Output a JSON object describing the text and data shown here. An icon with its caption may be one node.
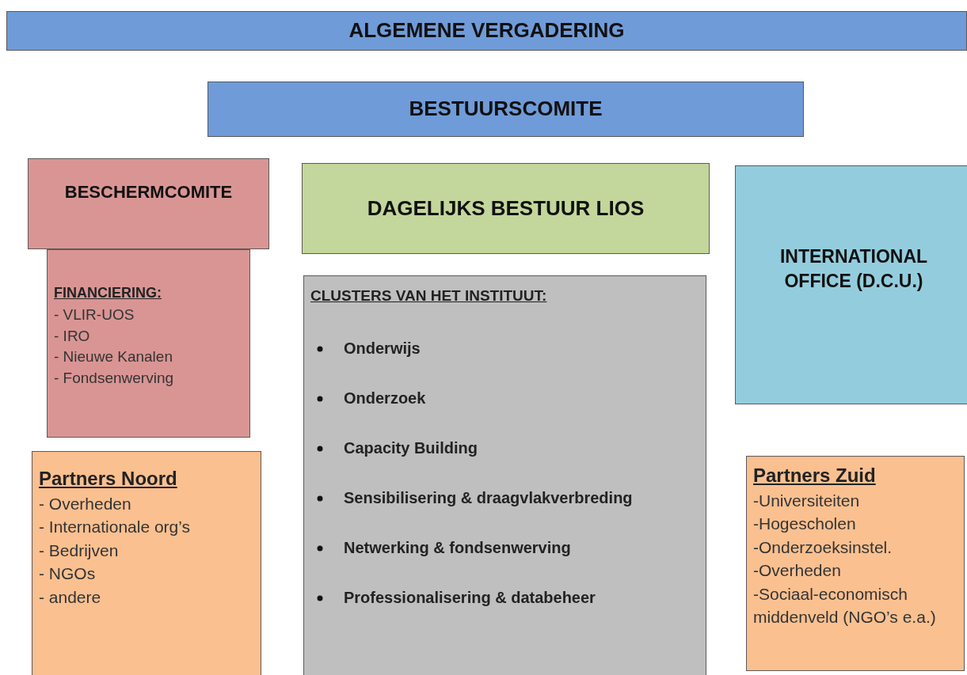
{
  "diagram": {
    "nodes": [
      {
        "text": [
          "ALGEMENE VERGADERING"
        ]
      },
      {
        "text": [
          "BESTUURSCOMITE"
        ]
      },
      {
        "text": [
          "BESCHERMCOMITE"
        ]
      },
      {
        "text": [
          "FINANCIERING:",
          "- VLIR-UOS",
          "- IRO",
          "- Nieuwe Kanalen",
          "- Fondsenwerving"
        ]
      },
      {
        "text": [
          "DAGELIJKS BESTUUR LIOS"
        ]
      },
      {
        "text": [
          "CLUSTERS VAN HET INSTITUUT:",
          "Onderwijs",
          "Onderzoek",
          "Capacity Building",
          "Sensibilisering & draagvlakverbreding",
          "Netwerking & fondsenwerving",
          "Professionalisering & databeheer"
        ]
      },
      {
        "text": [
          "INTERNATIONAL OFFICE (D.C.U.)"
        ]
      },
      {
        "text": [
          "Partners Noord",
          "- Overheden",
          "- Internationale org’s",
          "- Bedrijven",
          "- NGOs",
          "- andere"
        ]
      },
      {
        "text": [
          "Partners Zuid",
          "-Universiteiten",
          "-Hogescholen",
          "-Onderzoeksinstel.",
          "-Overheden",
          "-Sociaal-economisch middenveld (NGO’s e.a.)"
        ]
      }
    ],
    "edges": []
  }
}
